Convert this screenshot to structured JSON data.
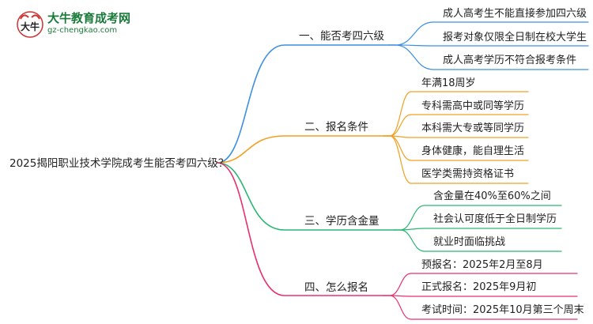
{
  "logo": {
    "title": "大牛教育成考网",
    "url": "gz-chengkao.com",
    "mark_text": "大牛"
  },
  "colors": {
    "branch1": "#3d8fe0",
    "branch2": "#f0a020",
    "branch3": "#2bb673",
    "branch4": "#e8306e"
  },
  "root": "2025揭阳职业技术学院成考生能否考四六级？",
  "branches": [
    {
      "label": "一、能否考四六级",
      "leaves": [
        "成人高考生不能直接参加四六级",
        "报考对象仅限全日制在校大学生",
        "成人高考学历不符合报考条件"
      ]
    },
    {
      "label": "二、报名条件",
      "leaves": [
        "年满18周岁",
        "专科需高中或同等学历",
        "本科需大专或等同学历",
        "身体健康，能自理生活",
        "医学类需持资格证书"
      ]
    },
    {
      "label": "三、学历含金量",
      "leaves": [
        "含金量在40%至60%之间",
        "社会认可度低于全日制学历",
        "就业时面临挑战"
      ]
    },
    {
      "label": "四、怎么报名",
      "leaves": [
        "预报名：2025年2月至8月",
        "正式报名：2025年9月初",
        "考试时间：2025年10月第三个周末"
      ]
    }
  ]
}
